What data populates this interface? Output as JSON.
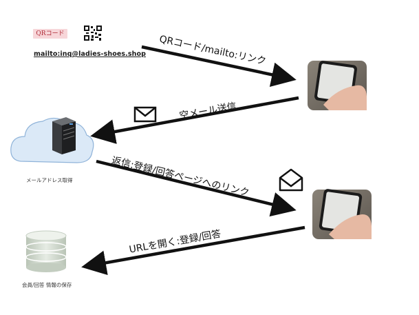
{
  "top_left": {
    "qr_tag_label": "QRコード",
    "mailto_link": "mailto:inq@ladies-shoes.shop"
  },
  "arrows": {
    "qr_label": "QRコード/mailto:リンク",
    "send_label": "空メール送信",
    "reply_label": "返信:登録/回答ページへのリンク",
    "open_label": "URLを開く:登録/回答"
  },
  "captions": {
    "server": "メールアドレス取得",
    "database": "会員/回答 情報の保存"
  },
  "icons": [
    "qr-code-icon",
    "phone-photo",
    "envelope-closed-icon",
    "envelope-open-icon",
    "cloud-server-icon",
    "database-icon"
  ],
  "colors": {
    "arrow": "#111111",
    "cloud": "#dbe9f7",
    "db": "#d7ded5",
    "qr_tag_bg": "#f7d6d9"
  }
}
